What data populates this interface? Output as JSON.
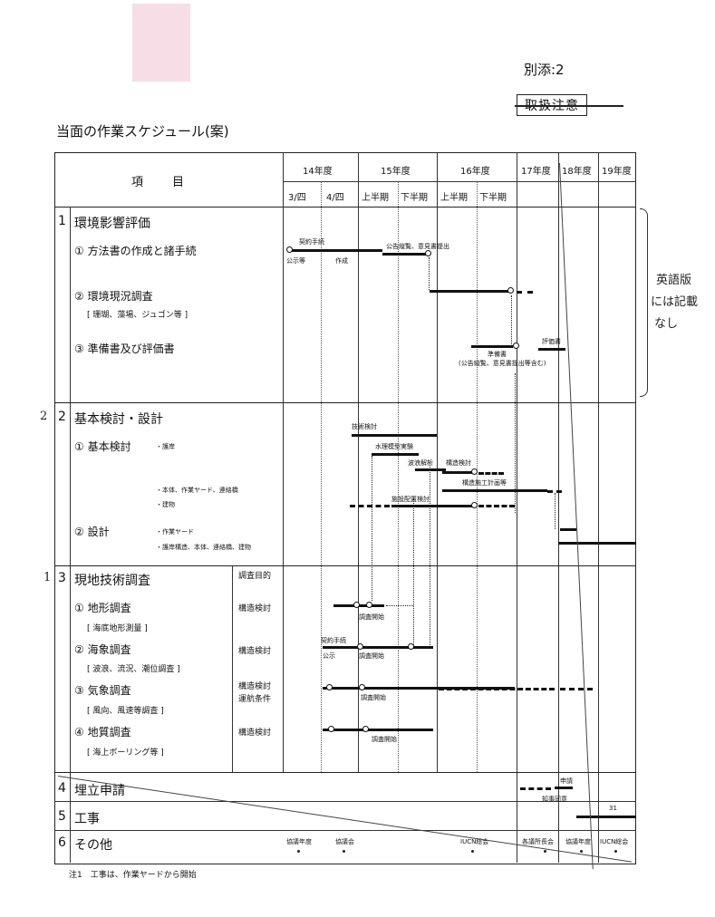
{
  "header": {
    "annex": "別添:2",
    "handling": "取扱注意",
    "title": "当面の作業スケジュール(案)"
  },
  "table": {
    "item_header": "項　　目",
    "years": [
      "14年度",
      "15年度",
      "16年度",
      "17年度",
      "18年度",
      "19年度"
    ],
    "periods": [
      "3/四",
      "4/四",
      "上半期",
      "下半期",
      "上半期",
      "下半期"
    ],
    "purpose_header": "調査目的"
  },
  "sections": {
    "s1": {
      "num": "1",
      "title": "環境影響評価",
      "items": [
        {
          "label": "① 方法書の作成と諸手続",
          "sub": ""
        },
        {
          "label": "② 環境現況調査",
          "sub": "[ 珊瑚、藻場、ジュゴン等 ]"
        },
        {
          "label": "③ 準備書及び評価書",
          "sub": ""
        }
      ]
    },
    "s2": {
      "num": "2",
      "title": "基本検討・設計",
      "items": [
        {
          "label": "① 基本検討",
          "sub": "・護岸"
        },
        {
          "label": "",
          "sub": "・本体、作業ヤード、連絡橋"
        },
        {
          "label": "",
          "sub": "・建物"
        },
        {
          "label": "② 設計",
          "sub": "・作業ヤード"
        },
        {
          "label": "",
          "sub": "・護岸構造、本体、連絡橋、建物"
        }
      ]
    },
    "s3": {
      "num": "3",
      "title": "現地技術調査",
      "items": [
        {
          "label": "① 地形調査",
          "sub": "[ 海底地形測量 ]",
          "purpose": "構造検討"
        },
        {
          "label": "② 海象調査",
          "sub": "[ 波浪、流況、潮位調査 ]",
          "purpose": "構造検討"
        },
        {
          "label": "③ 気象調査",
          "sub": "[ 風向、風速等調査 ]",
          "purpose": "構造検討",
          "purpose2": "運航条件"
        },
        {
          "label": "④ 地質調査",
          "sub": "[ 海上ボーリング等 ]",
          "purpose": "構造検討"
        }
      ]
    },
    "s4": {
      "num": "4",
      "title": "埋立申請"
    },
    "s5": {
      "num": "5",
      "title": "工事"
    },
    "s6": {
      "num": "6",
      "title": "その他"
    }
  },
  "annotations": {
    "contract": "契約手続",
    "public": "公示等",
    "create": "作成",
    "notice": "公告縦覧、意見書提出",
    "prep": "準備書",
    "evaluation": "評価書",
    "prep_note": "(公告縦覧、意見書提出等含む)",
    "tech": "技術検討",
    "hydraulic": "水理模型実験",
    "wave": "波浪解析",
    "struct": "構造検討",
    "struct_method": "構造施工計画等",
    "facility": "施設配置検討",
    "survey_start1": "調査開始",
    "contract2": "契約手続",
    "public2": "公示",
    "survey_start2": "調査開始",
    "survey_start3": "調査開始",
    "survey_start4": "調査開始",
    "apply": "申請",
    "consent": "知事同意",
    "s5_mark": "31",
    "misc": [
      "協議年度",
      "協議会",
      "IUCN総会",
      "各議所長会",
      "協議年度",
      "IUCN総会"
    ]
  },
  "handwritten": {
    "side_note": [
      "英語版",
      "には記載",
      "なし"
    ],
    "s2_mark": "2",
    "s3_mark": "1"
  },
  "footnote": "注1　工事は、作業ヤードから開始"
}
